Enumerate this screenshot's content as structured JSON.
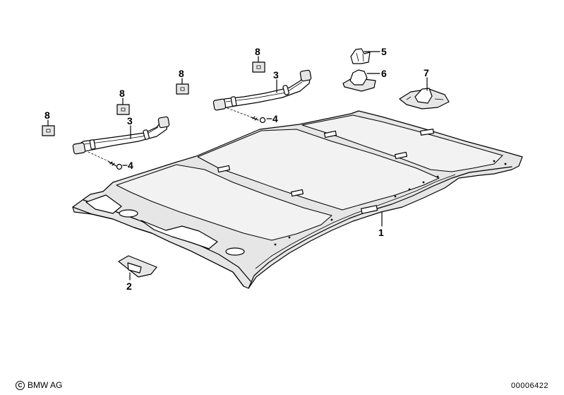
{
  "callouts": {
    "part1": "1",
    "part2": "2",
    "part3a": "3",
    "part3b": "3",
    "part4a": "4",
    "part4b": "4",
    "part5": "5",
    "part6": "6",
    "part7": "7",
    "part8a": "8",
    "part8b": "8",
    "part8c": "8",
    "part8d": "8"
  },
  "footer": {
    "copyright_symbol": "C",
    "brand": "BMW AG",
    "diagram_number": "00006422"
  }
}
